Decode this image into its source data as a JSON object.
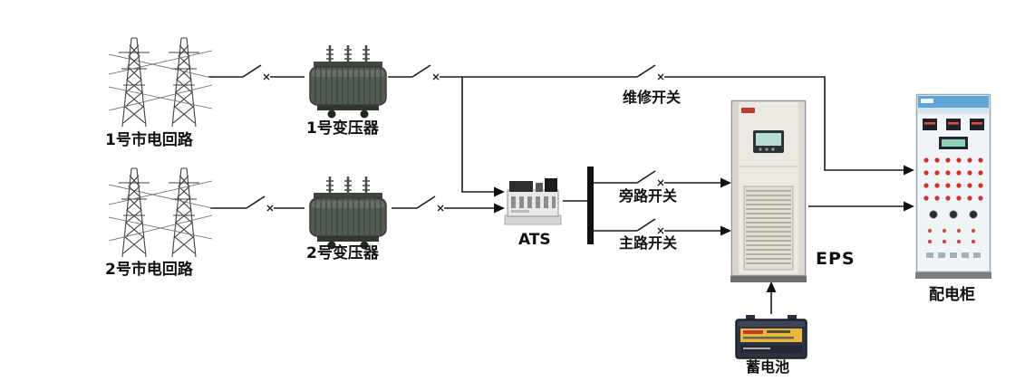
{
  "diagram": {
    "labels": {
      "utility1": "1号市电回路",
      "utility2": "2号市电回路",
      "transformer1": "1号变压器",
      "transformer2": "2号变压器",
      "ats": "ATS",
      "maintenance_switch": "维修开关",
      "bypass_switch": "旁路开关",
      "main_switch": "主路开关",
      "eps": "EPS",
      "battery": "蓄电池",
      "distribution_cabinet": "配电柜"
    },
    "colors": {
      "line": "#1a1a1a",
      "bus_bar": "#111111",
      "transformer_body": "#525c53",
      "eps_cabinet_body": "#ece9e2",
      "battery_body": "#2c3240",
      "battery_label_yellow": "#e6b93e",
      "cabinet_header_blue": "#5ea4d6",
      "indicator_red": "#cf3327"
    },
    "icons": {
      "transmission-tower-icon": "lattice high-voltage tower line drawing",
      "transformer-icon": "oil transformer cylinder with ribs and bushings",
      "knife-switch-icon": "disconnect switch: slash blade with x contact",
      "ats-device-icon": "automatic transfer switch device",
      "bus-bar": "thick vertical black bar",
      "arrow-icon": "filled triangle arrowhead showing power flow",
      "eps-cabinet-icon": "tall beige EPS power cabinet with display and vents",
      "battery-icon": "dark storage battery with yellow label",
      "distribution-cabinet-icon": "light cabinet with meters and red indicator lights"
    }
  }
}
